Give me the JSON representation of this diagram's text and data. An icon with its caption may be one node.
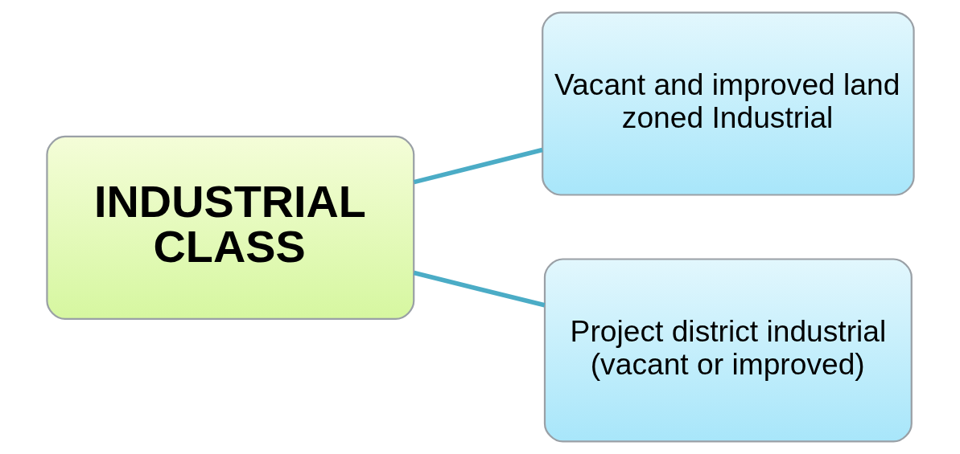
{
  "diagram": {
    "nodes": [
      {
        "text": [
          "INDUSTRIAL CLASS"
        ]
      },
      {
        "text": [
          "Vacant and improved land zoned Industrial"
        ]
      },
      {
        "text": [
          "Project district industrial (vacant or improved)"
        ]
      }
    ],
    "edges": [
      {
        "from": 0,
        "to": 1,
        "arrow": "none"
      },
      {
        "from": 0,
        "to": 2,
        "arrow": "none"
      }
    ]
  }
}
